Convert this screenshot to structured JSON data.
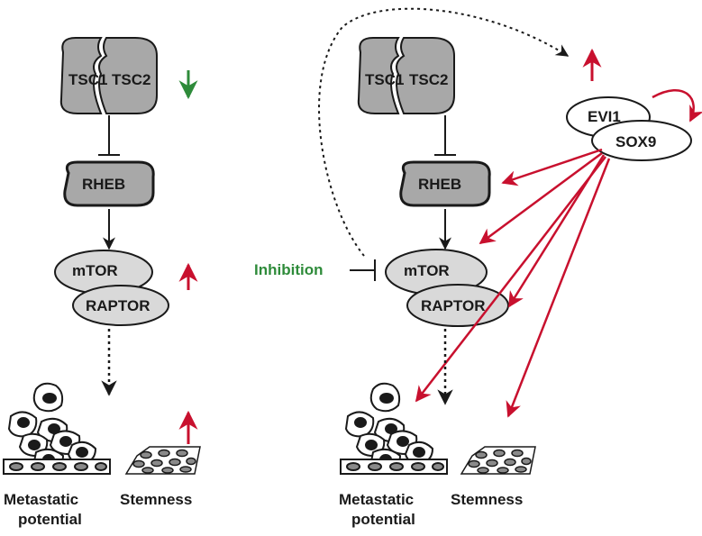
{
  "left_panel": {
    "tsc1": "TSC1",
    "tsc2": "TSC2",
    "rheb": "RHEB",
    "mtor": "mTOR",
    "raptor": "RAPTOR",
    "metastatic_line1": "Metastatic",
    "metastatic_line2": "potential",
    "stemness": "Stemness"
  },
  "right_panel": {
    "tsc1": "TSC1",
    "tsc2": "TSC2",
    "rheb": "RHEB",
    "mtor": "mTOR",
    "raptor": "RAPTOR",
    "evi1": "EVI1",
    "sox9": "SOX9",
    "inhibition": "Inhibition",
    "metastatic_line1": "Metastatic",
    "metastatic_line2": "potential",
    "stemness": "Stemness"
  },
  "colors": {
    "up_arrow": "#c8102e",
    "down_arrow": "#2e8b3a",
    "inhibition_text": "#2e8b3a",
    "protein_fill": "#a8a8a8",
    "mtor_fill": "#d9d9d9",
    "evi1_fill": "#ffffff"
  }
}
